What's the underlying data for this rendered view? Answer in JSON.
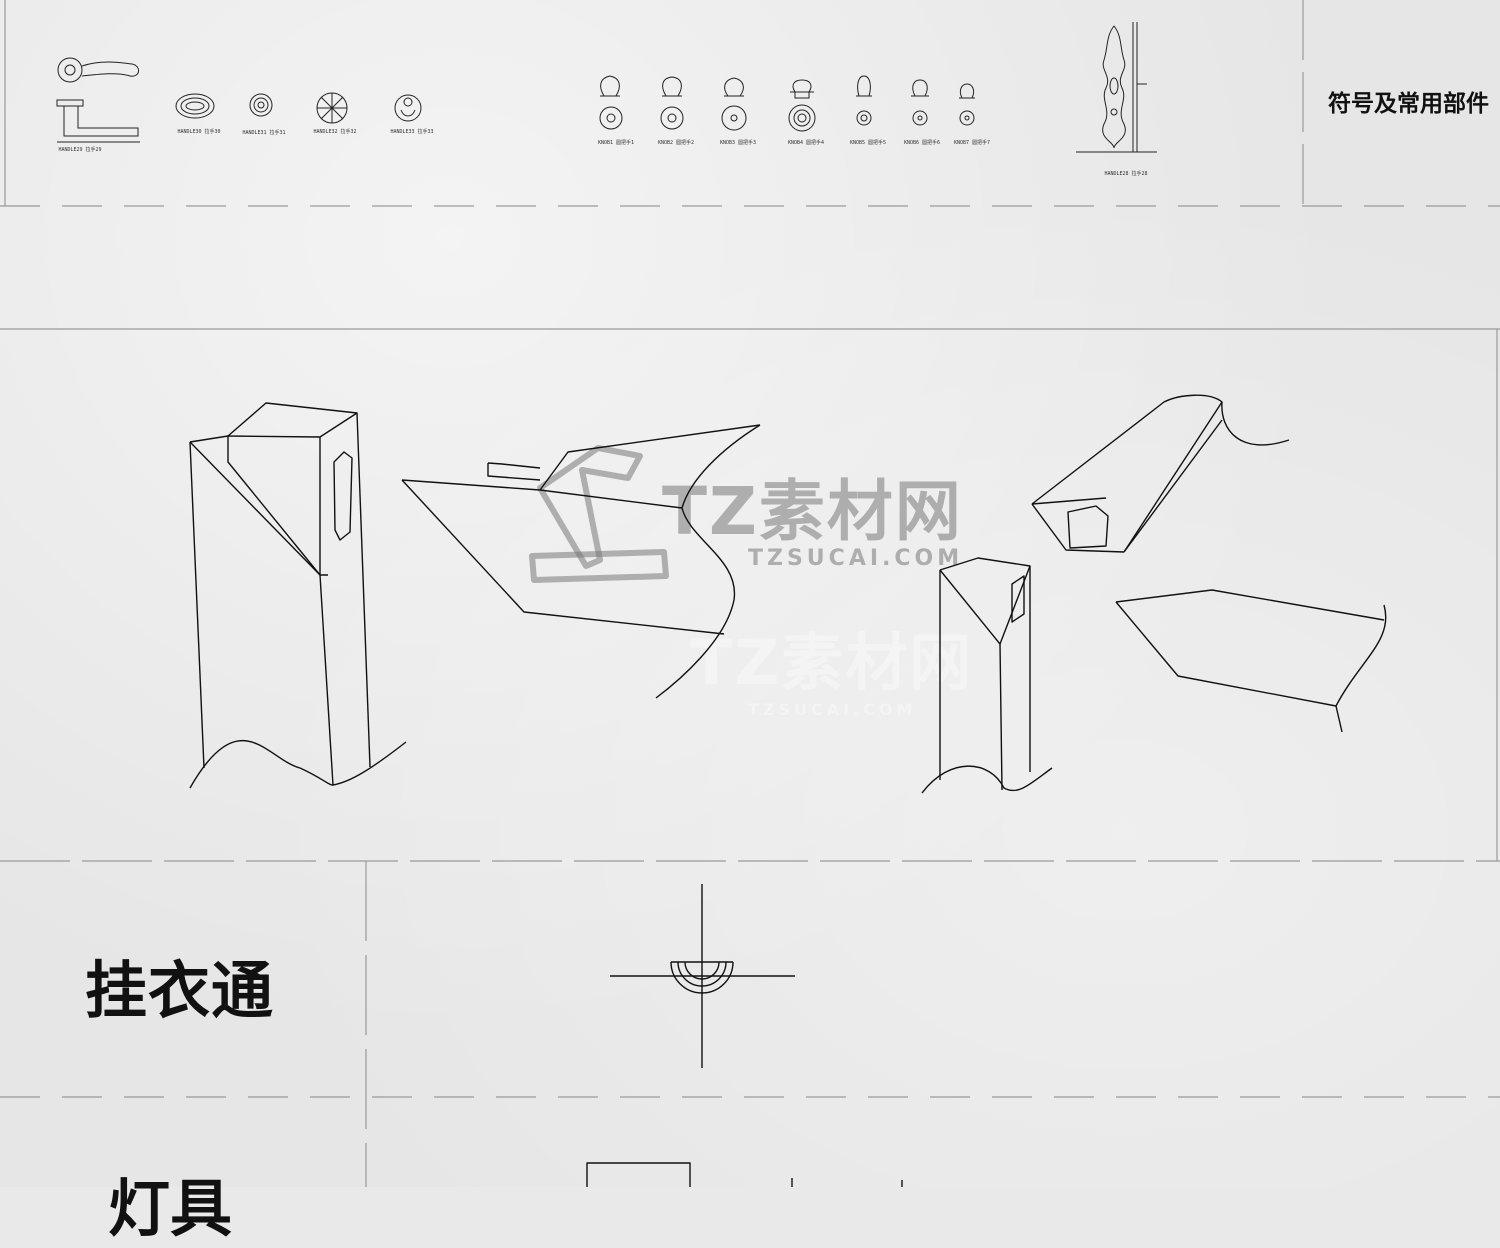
{
  "section_titles": {
    "symbols": "符号及常用部件",
    "hanger_rod": "挂衣通",
    "lamp": "灯具"
  },
  "handle_captions": {
    "lever": "HANDLE29 拉手29",
    "h30": "HANDLE30 拉手30",
    "h31": "HANDLE31 拉手31",
    "h32": "HANDLE32 拉手32",
    "h33": "HANDLE33 拉手33",
    "long": "HANDLE28 拉手28"
  },
  "knob_captions": [
    "KNOB1 圆把手1",
    "KNOB2 圆把手2",
    "KNOB3 圆把手3",
    "KNOB4 圆把手4",
    "KNOB5 圆把手5",
    "KNOB6 圆把手6",
    "KNOB7 圆把手7"
  ],
  "watermark": {
    "brand": "TZ素材网",
    "url": "TZSUCAI.COM"
  },
  "colors": {
    "background": "#e6e6e6",
    "line": "#111111",
    "frame": "#9a9a9a",
    "watermark": "#787878"
  }
}
